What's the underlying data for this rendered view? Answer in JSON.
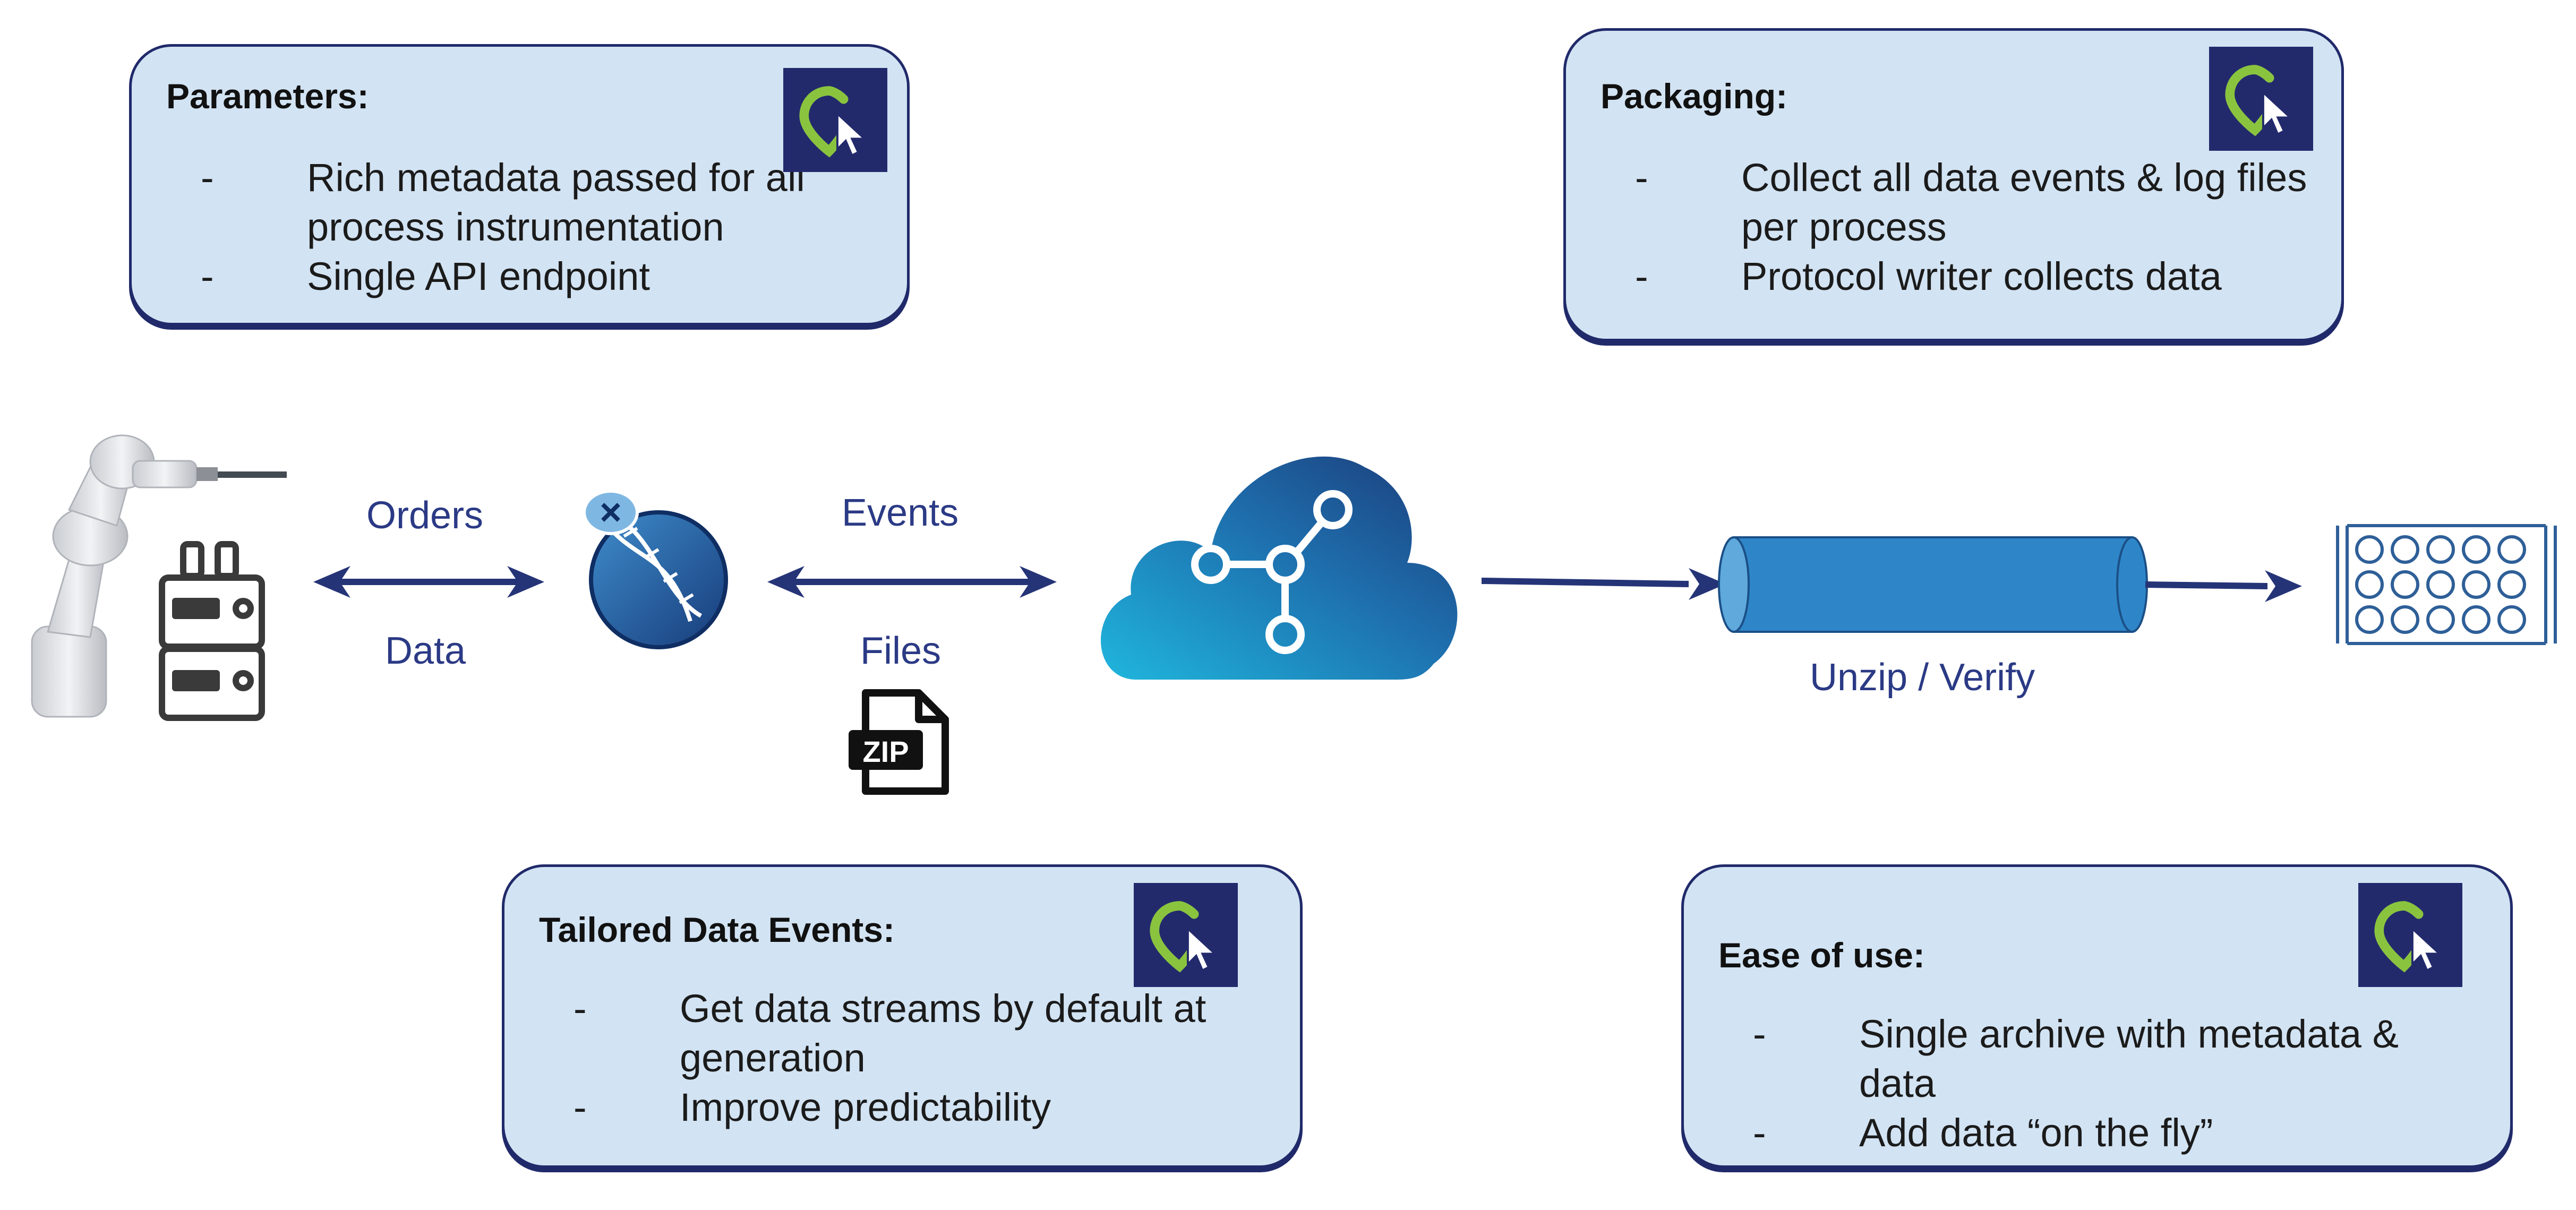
{
  "boxes": {
    "parameters": {
      "title": "Parameters:",
      "items": [
        "Rich metadata passed for all process instrumentation",
        "Single API endpoint"
      ]
    },
    "packaging": {
      "title": "Packaging:",
      "items": [
        "Collect all data events & log files per process",
        "Protocol writer collects data"
      ]
    },
    "tailored": {
      "title": "Tailored Data Events:",
      "items": [
        "Get data streams by default at generation",
        "Improve predictability"
      ]
    },
    "ease": {
      "title": "Ease of use:",
      "items": [
        "Single archive with metadata & data",
        "Add data “on the fly”"
      ]
    }
  },
  "list_marker": "-",
  "flow": {
    "orders": "Orders",
    "data": "Data",
    "events": "Events",
    "files": "Files",
    "unzip": "Unzip / Verify",
    "zip": "ZIP"
  },
  "colors": {
    "box_fill": "#d2e3f3",
    "box_border": "#202a6a",
    "label_text": "#2b3a85",
    "arrow": "#253477",
    "logo_bg": "#232a6c",
    "logo_green": "#8ac43f",
    "cloud_dark": "#1c3b78",
    "cloud_light": "#1fb6dd",
    "cylinder": "#2e86c8"
  },
  "icons": [
    "logo-icon",
    "robot-arm-icon",
    "lab-instrument-icon",
    "dna-capsule-icon",
    "zip-file-icon",
    "cloud-network-icon",
    "cylinder-icon",
    "microplate-icon"
  ]
}
